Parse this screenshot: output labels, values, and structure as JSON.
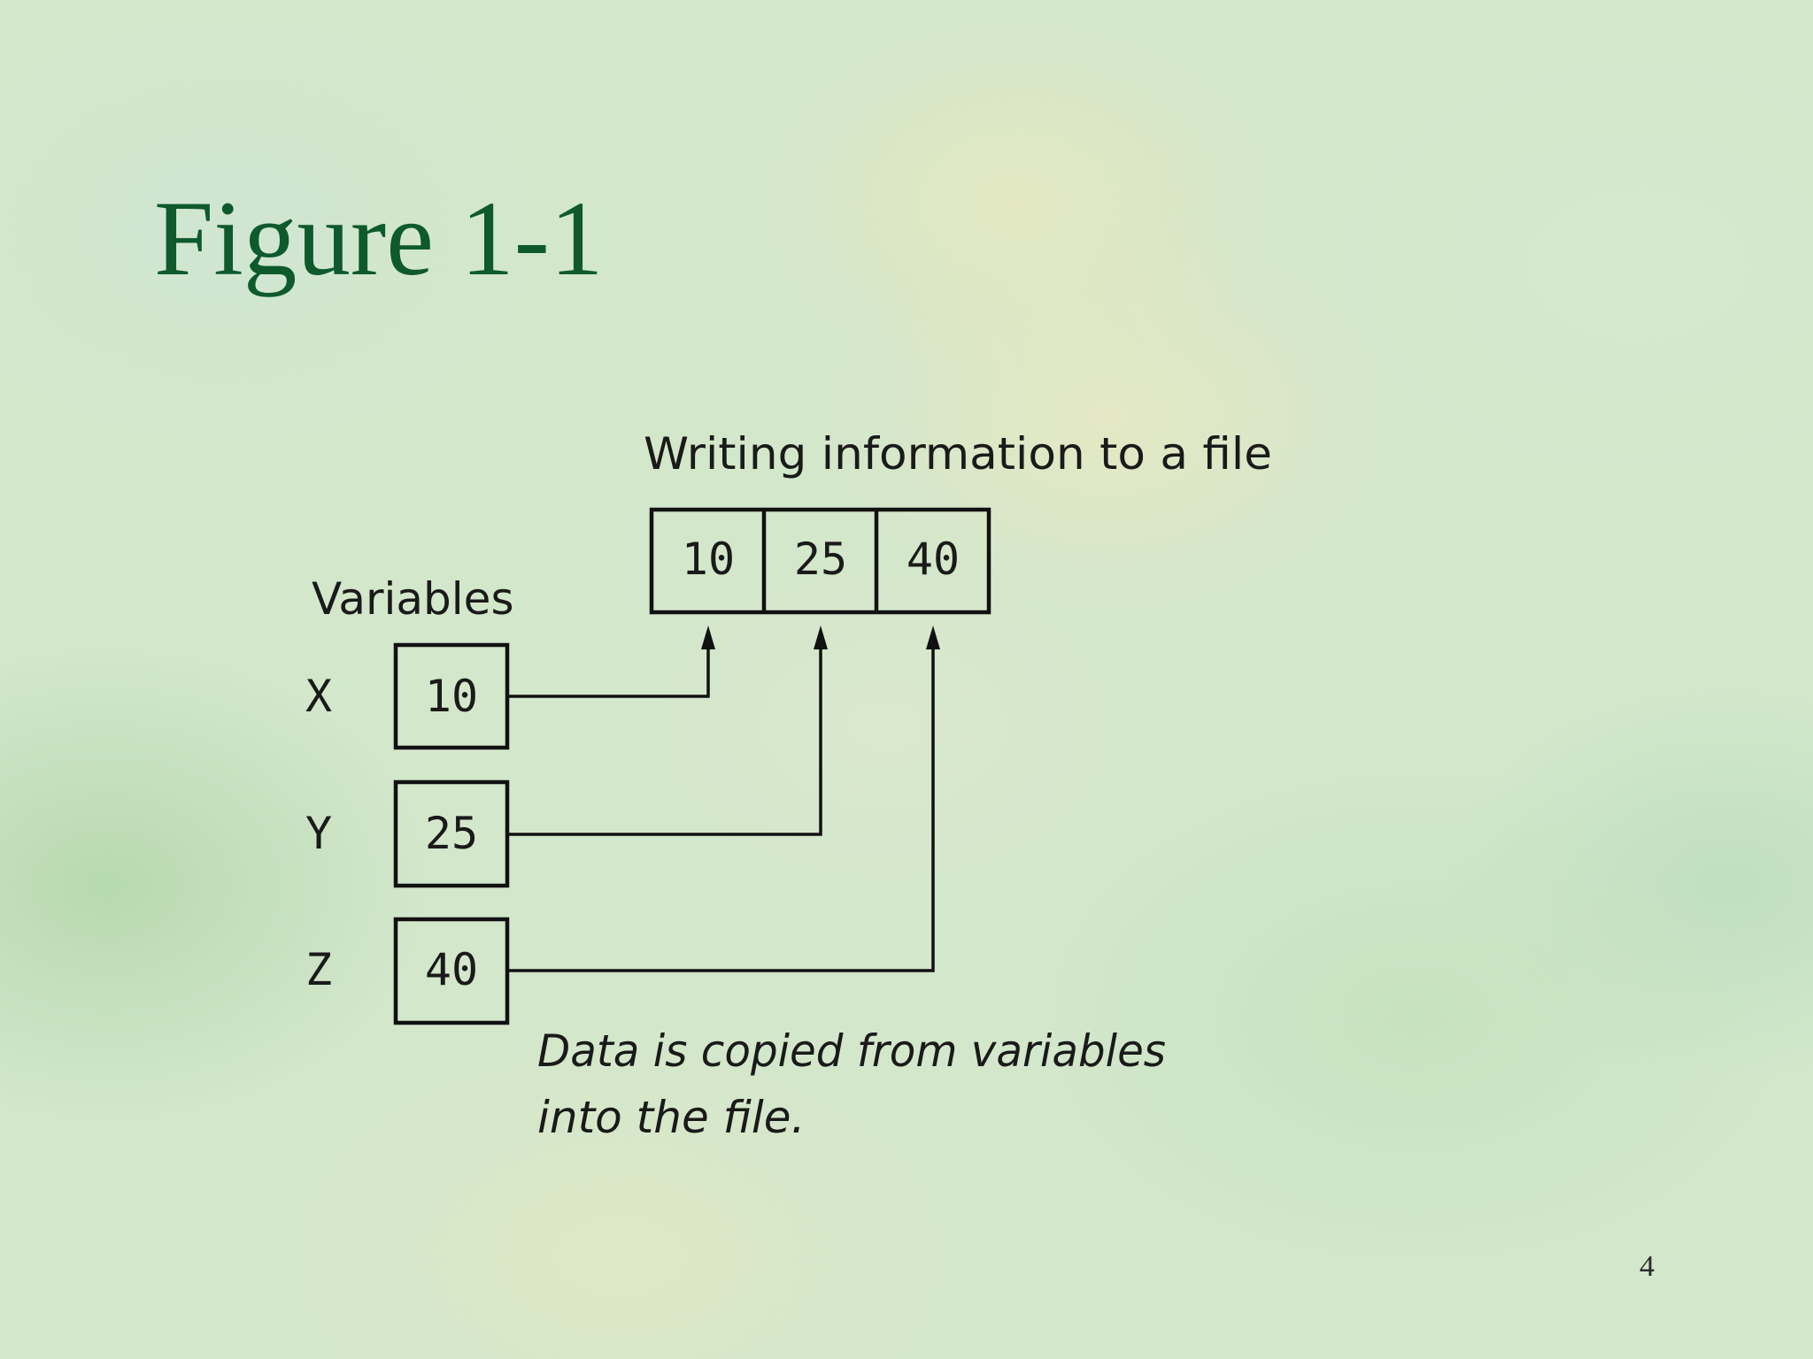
{
  "title": "Figure 1-1",
  "page_number": "4",
  "diagram": {
    "heading": "Writing information to a file",
    "variables_label": "Variables",
    "file_cells": [
      "10",
      "25",
      "40"
    ],
    "variables": [
      {
        "name": "X",
        "value": "10"
      },
      {
        "name": "Y",
        "value": "25"
      },
      {
        "name": "Z",
        "value": "40"
      }
    ],
    "caption_line1": "Data is copied from variables",
    "caption_line2": "into the file."
  }
}
